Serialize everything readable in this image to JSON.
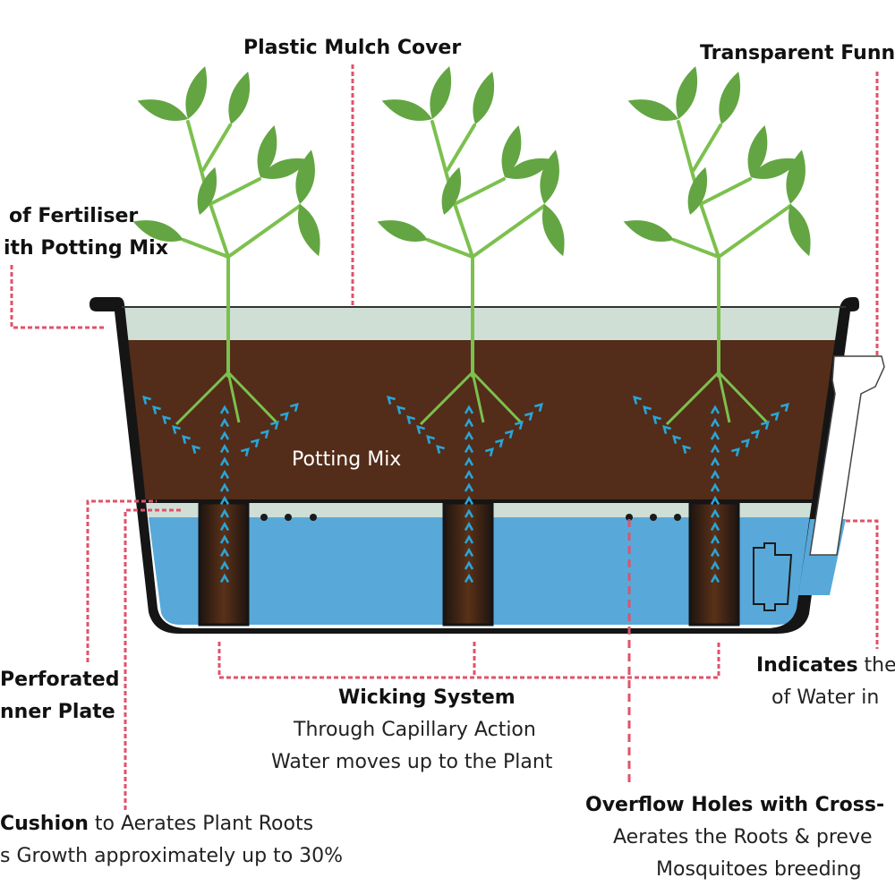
{
  "diagram": {
    "title_hidden": "Self-watering planter cross-section",
    "colors": {
      "leaf": "#63a542",
      "stem": "#7cc04e",
      "mulch": "#cfdfd6",
      "soil": "#532d19",
      "water": "#58a9d9",
      "air_gap": "#cfdfd6",
      "wick": "#3e2415",
      "pot_wall": "#151515",
      "arrow": "#2aa5d6",
      "leader": "#e0526b"
    },
    "labels": {
      "plastic_mulch": "Plastic Mulch Cover",
      "funnel": "Transparent Funne",
      "fertiliser_line1": "of Fertiliser",
      "fertiliser_line2": "ith Potting Mix",
      "potting_mix": "Potting Mix",
      "perforated_line1": "Perforated",
      "perforated_line2": "nner Plate",
      "wicking_title": "Wicking System",
      "wicking_line1": "Through Capillary Action",
      "wicking_line2": "Water moves up to the Plant",
      "indicator_bold": "Indicates",
      "indicator_rest": " the",
      "indicator_line2": "of Water in",
      "cushion_bold": "Cushion",
      "cushion_rest": " to Aerates Plant Roots",
      "cushion_line2": "s Growth approximately up to 30%",
      "overflow_title": "Overflow Holes with Cross-",
      "overflow_line1": "Aerates the Roots & preve",
      "overflow_line2": "Mosquitoes breeding"
    },
    "plant_count": 3,
    "wick_count": 3,
    "overflow_hole_groups": 2,
    "holes_per_group": 3
  }
}
